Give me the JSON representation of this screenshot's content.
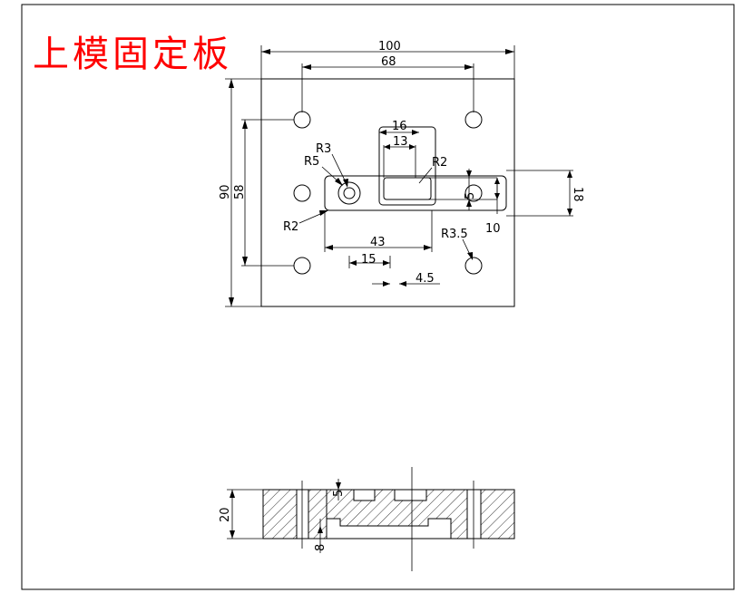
{
  "title": "上模固定板",
  "dimensions": {
    "width_total": "100",
    "hole_spacing_x": "68",
    "height_total": "90",
    "hole_spacing_y": "58",
    "pocket_outer_w": "16",
    "pocket_inner_w": "13",
    "radius_r3": "R3",
    "radius_r5": "R5",
    "radius_r2_top": "R2",
    "slot_h": "5",
    "slot_outer_h": "18",
    "slot_10": "10",
    "radius_r2_left": "R2",
    "slot_length": "43",
    "radius_r35": "R3.5",
    "offset_15": "15",
    "offset_45": "4.5",
    "section_depth_5": "5",
    "section_height_20": "20",
    "section_depth_8": "8"
  },
  "colors": {
    "title": "#ff0000",
    "line": "#000000",
    "background": "#ffffff"
  }
}
